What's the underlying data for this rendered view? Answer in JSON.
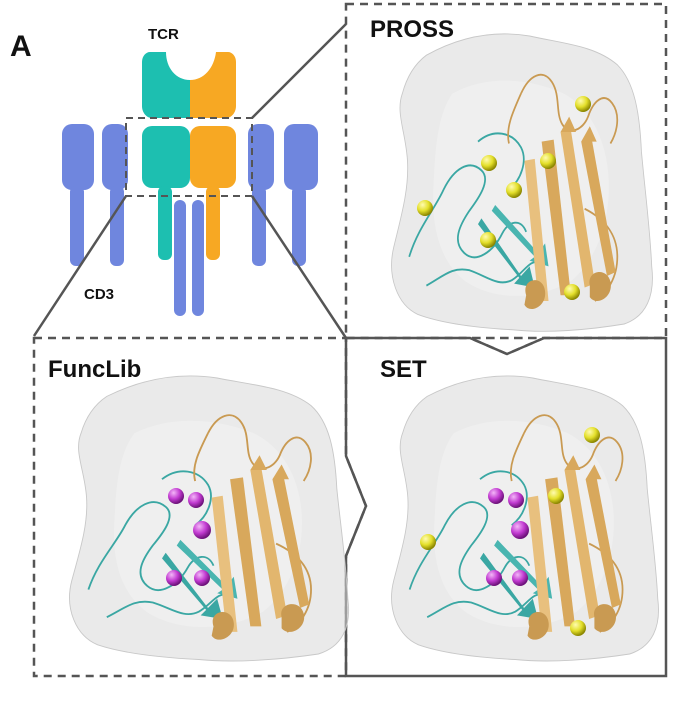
{
  "figure": {
    "panel_letter": "A",
    "schematic": {
      "tcr_label": "TCR",
      "cd3_label": "CD3",
      "colors": {
        "tcr_alpha": "#1dbfb0",
        "tcr_beta": "#f7a823",
        "cd3": "#6f86de"
      }
    },
    "panels": [
      {
        "id": "pross",
        "title": "PROSS",
        "highlight_color": "#e3df2a"
      },
      {
        "id": "funclib",
        "title": "FuncLib",
        "highlight_color": "#c23bd1"
      },
      {
        "id": "set",
        "title": "SET",
        "highlight_color": "#e3df2a",
        "secondary_color": "#c23bd1"
      }
    ],
    "structure_colors": {
      "surface": "#dcdcdc",
      "domain_left": "#3aa7a3",
      "domain_right": "#d8a85c"
    }
  }
}
